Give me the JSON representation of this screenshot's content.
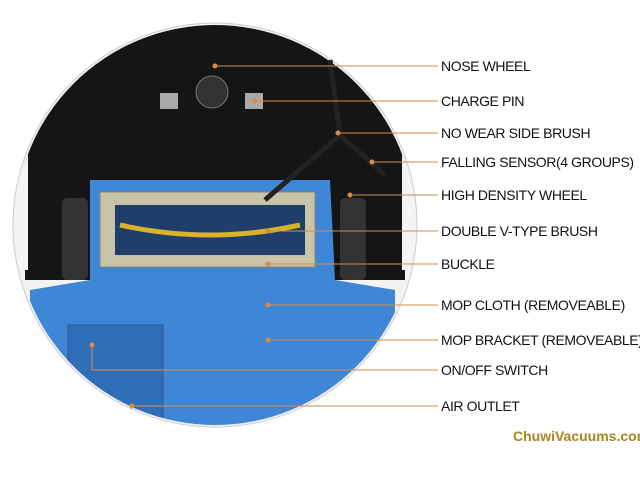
{
  "labels": [
    {
      "text": "NOSE WHEEL"
    },
    {
      "text": "CHARGE PIN"
    },
    {
      "text": "NO WEAR SIDE BRUSH"
    },
    {
      "text": "FALLING SENSOR(4 GROUPS)"
    },
    {
      "text": "HIGH DENSITY WHEEL"
    },
    {
      "text": "DOUBLE V-TYPE BRUSH"
    },
    {
      "text": "BUCKLE"
    },
    {
      "text": "MOP CLOTH (REMOVEABLE)"
    },
    {
      "text": "MOP BRACKET (REMOVEABLE)"
    },
    {
      "text": "ON/OFF SWITCH"
    },
    {
      "text": "AIR OUTLET"
    }
  ],
  "watermark": "ChuwiVacuums.com",
  "colors": {
    "leader": "#d98a4a",
    "mop": "#3f86d6",
    "body": "#111111",
    "watermark": "#a8851e"
  }
}
